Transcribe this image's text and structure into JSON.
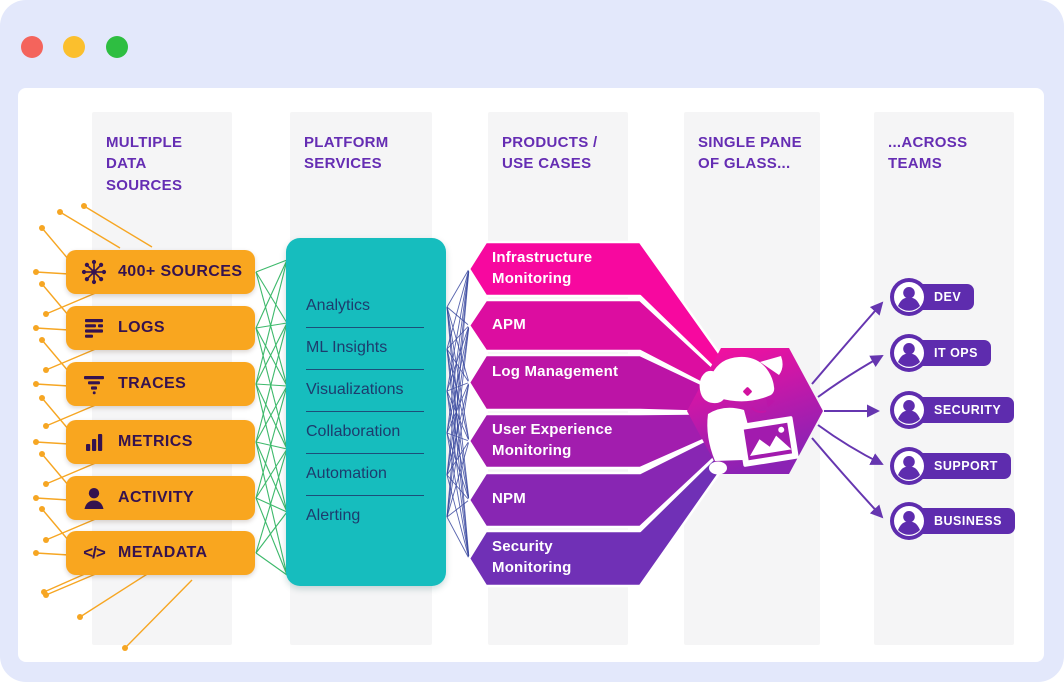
{
  "window": {
    "controls": [
      {
        "name": "close",
        "color": "#f4645c"
      },
      {
        "name": "minimize",
        "color": "#fbbf2d"
      },
      {
        "name": "zoom",
        "color": "#2ebe41"
      }
    ]
  },
  "headers": {
    "col1": "MULTIPLE DATA SOURCES",
    "col2": "PLATFORM SERVICES",
    "col3": "PRODUCTS / USE CASES",
    "col4": "SINGLE PANE OF GLASS...",
    "col5": "...ACROSS TEAMS"
  },
  "sources": {
    "items": [
      {
        "label": "400+ SOURCES",
        "icon": "integrations-hub-icon"
      },
      {
        "label": "LOGS",
        "icon": "logs-icon"
      },
      {
        "label": "TRACES",
        "icon": "traces-icon"
      },
      {
        "label": "METRICS",
        "icon": "metrics-bars-icon"
      },
      {
        "label": "ACTIVITY",
        "icon": "activity-person-icon"
      },
      {
        "label": "METADATA",
        "icon": "code-brackets-icon",
        "glyph": "</>"
      }
    ]
  },
  "platform_services": {
    "items": [
      {
        "label": "Analytics"
      },
      {
        "label": "ML Insights"
      },
      {
        "label": "Visualizations"
      },
      {
        "label": "Collaboration"
      },
      {
        "label": "Automation"
      },
      {
        "label": "Alerting"
      }
    ]
  },
  "products": {
    "items": [
      {
        "label": "Infrastructure Monitoring",
        "color": "#f7089f"
      },
      {
        "label": "APM",
        "color": "#dc0da0"
      },
      {
        "label": "Log Management",
        "color": "#bc14a6"
      },
      {
        "label": "User Experience Monitoring",
        "color": "#a21dae"
      },
      {
        "label": "NPM",
        "color": "#8826b3"
      },
      {
        "label": "Security Monitoring",
        "color": "#7030b6"
      }
    ]
  },
  "center": {
    "logo": "datadog-dog-logo"
  },
  "teams": {
    "items": [
      {
        "label": "DEV"
      },
      {
        "label": "IT OPS"
      },
      {
        "label": "SECURITY"
      },
      {
        "label": "SUPPORT"
      },
      {
        "label": "BUSINESS"
      }
    ]
  },
  "colors": {
    "window_chrome": "#e3e8fb",
    "canvas": "#ffffff",
    "column_bg": "#f5f5f6",
    "header_text": "#652db3",
    "source_box": "#f9a61f",
    "source_text": "#35124f",
    "connector_orange": "#f6a623",
    "connector_green": "#3db96b",
    "connector_blue": "#3b4aa0",
    "platform_box": "#16bdbe",
    "platform_text": "#1d3c6e",
    "hexagon_top": "#fa0f9e",
    "hexagon_bottom": "#8b22b4",
    "team_badge": "#5e2cae",
    "arrow_purple": "#6636b0"
  }
}
